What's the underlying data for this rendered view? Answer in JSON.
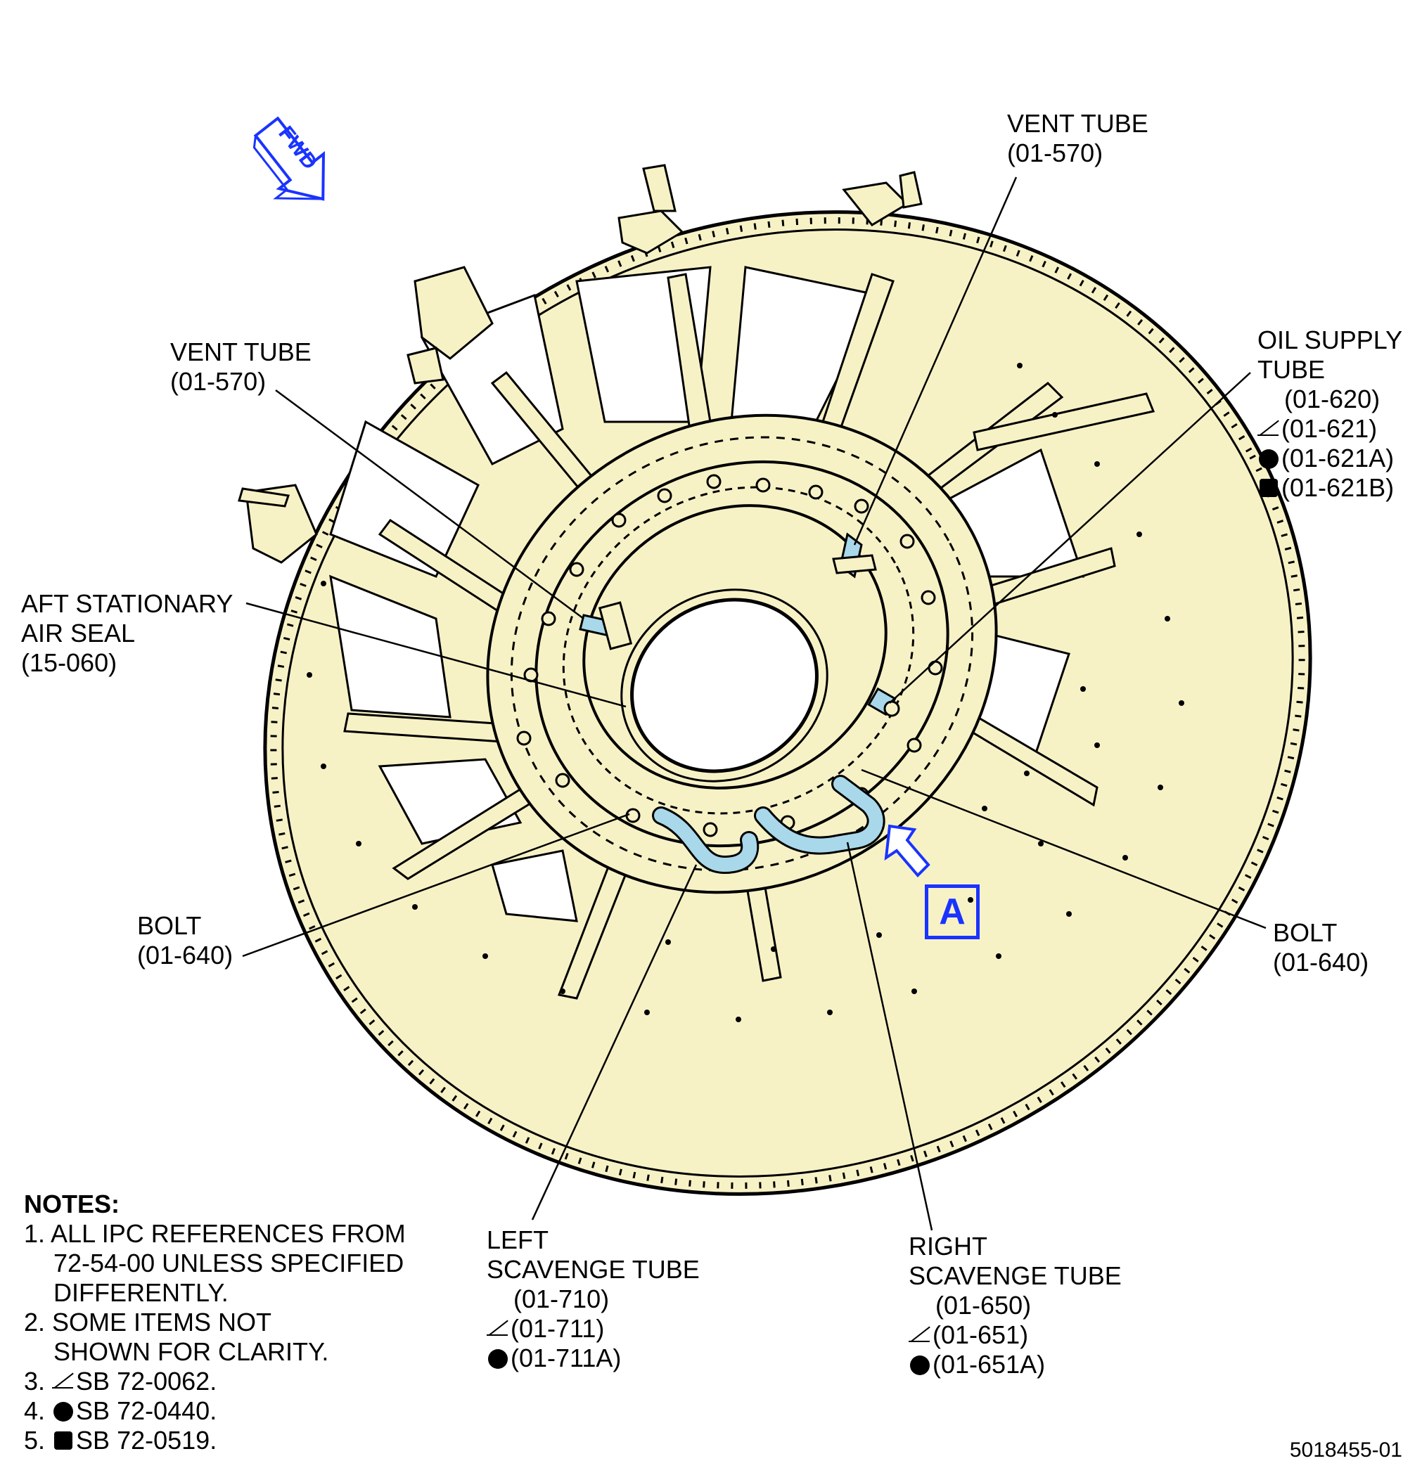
{
  "fwd_arrow": {
    "text": "FWD",
    "color": "#1a33ff"
  },
  "view_marker": {
    "label": "A",
    "color": "#1a33ff"
  },
  "labels": {
    "vent_tube_right": {
      "name": "VENT TUBE",
      "ref": "(01-570)"
    },
    "vent_tube_left": {
      "name": "VENT TUBE",
      "ref": "(01-570)"
    },
    "oil_supply": {
      "name1": "OIL SUPPLY",
      "name2": "TUBE",
      "ref1": "(01-620)",
      "ref2": "(01-621)",
      "ref3": "(01-621A)",
      "ref4": "(01-621B)"
    },
    "aft_seal": {
      "name1": "AFT STATIONARY",
      "name2": "AIR SEAL",
      "ref": "(15-060)"
    },
    "bolt_left": {
      "name": "BOLT",
      "ref": "(01-640)"
    },
    "bolt_right": {
      "name": "BOLT",
      "ref": "(01-640)"
    },
    "left_scavenge": {
      "name1": "LEFT",
      "name2": "SCAVENGE TUBE",
      "ref1": "(01-710)",
      "ref2": "(01-711)",
      "ref3": "(01-711A)"
    },
    "right_scavenge": {
      "name1": "RIGHT",
      "name2": "SCAVENGE TUBE",
      "ref1": "(01-650)",
      "ref2": "(01-651)",
      "ref3": "(01-651A)"
    }
  },
  "notes": {
    "heading": "NOTES:",
    "n1a": "1. ALL IPC REFERENCES FROM",
    "n1b": "72-54-00 UNLESS SPECIFIED",
    "n1c": "DIFFERENTLY.",
    "n2a": "2. SOME ITEMS NOT",
    "n2b": "SHOWN FOR CLARITY.",
    "n3num": "3.",
    "n3text": "SB 72-0062.",
    "n4num": "4.",
    "n4text": "SB 72-0440.",
    "n5num": "5.",
    "n5text": "SB 72-0519."
  },
  "figure_number": "5018455-01",
  "colors": {
    "part_fill": "#f7f2c6",
    "highlight": "#a8d8ea",
    "outline": "#000000",
    "callout_blue": "#1a33ff"
  }
}
